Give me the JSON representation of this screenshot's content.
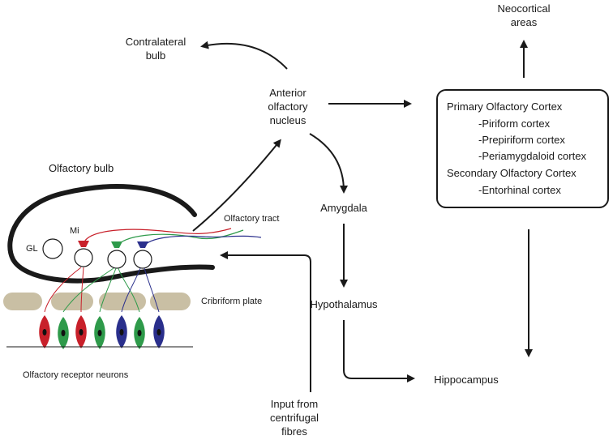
{
  "labels": {
    "neocortical": [
      "Neocortical",
      "areas"
    ],
    "contralateral": [
      "Contralateral",
      "bulb"
    ],
    "anterior": [
      "Anterior",
      "olfactory",
      "nucleus"
    ],
    "olfactory_bulb": "Olfactory bulb",
    "amygdala": "Amygdala",
    "olfactory_tract": "Olfactory tract",
    "mi": "Mi",
    "gl": "GL",
    "cribriform": "Cribriform plate",
    "hypothalamus": "Hypothalamus",
    "receptor_neurons": "Olfactory receptor neurons",
    "hippocampus": "Hippocampus",
    "centrifugal": [
      "Input from",
      "centrifugal",
      "fibres"
    ]
  },
  "cortex_box": {
    "primary_heading": "Primary Olfactory Cortex",
    "primary_items": [
      "-Piriform cortex",
      "-Prepiriform cortex",
      "-Periamygdaloid cortex"
    ],
    "secondary_heading": "Secondary Olfactory Cortex",
    "secondary_items": [
      "-Entorhinal cortex"
    ]
  },
  "colors": {
    "red": "#c8202a",
    "green": "#2e9a4a",
    "blue": "#2a2f8c",
    "plate": "#c9bfa4",
    "line": "#1a1a1a"
  }
}
